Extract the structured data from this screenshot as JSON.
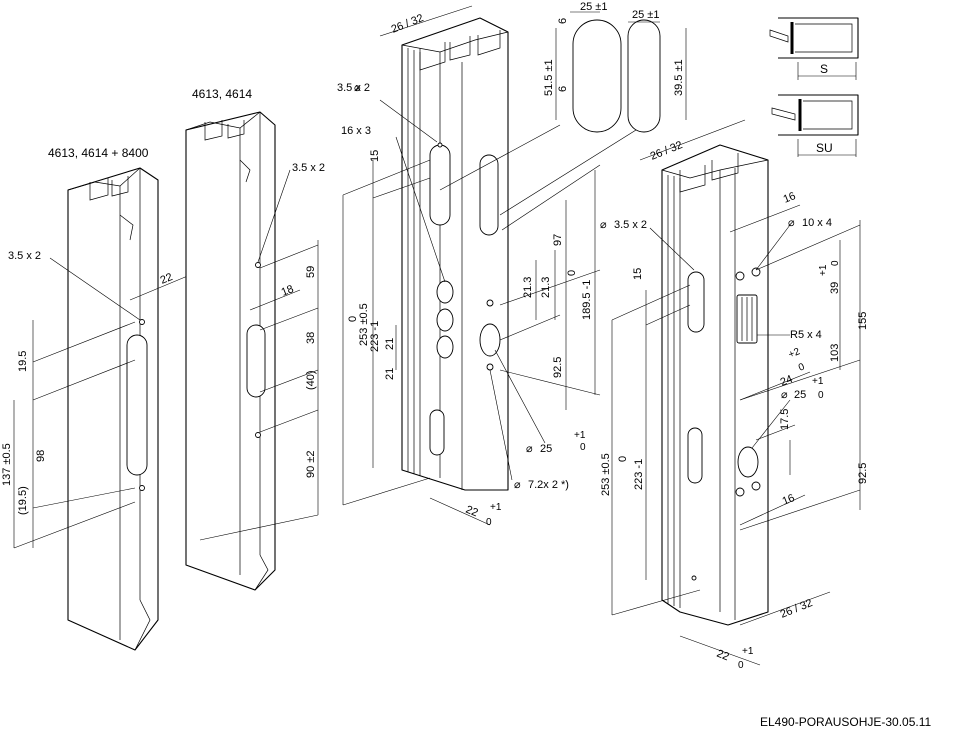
{
  "drawing": {
    "footer": "EL490-PORAUSOHJE-30.05.11",
    "profiles": {
      "p1_label": "4613, 4614 + 8400",
      "p2_label": "4613, 4614"
    },
    "dims": {
      "hole_3_5x2": "3.5 x 2",
      "hole_16x3": "16 x 3",
      "hole_10x4": "10 x 4",
      "hole_25": "25",
      "hole_7_2x2": "7.2x 2 *)",
      "r5x4": "R5 x 4",
      "d22": "22",
      "d18": "18",
      "d59": "59",
      "d38": "38",
      "d40": "(40)",
      "d90": "90 ±2",
      "d19_5": "19.5",
      "d98": "98",
      "d137": "137 ±0.5",
      "d19_5p": "(19.5)",
      "d253": "253 ±0.5",
      "d0": "0",
      "d223": "223 -1",
      "d15": "15",
      "d21": "21",
      "d21_3": "21.3",
      "d97": "97",
      "d189_5": "189.5 -1",
      "d92_5": "92.5",
      "d26_32": "26 / 32",
      "d25pm1": "25 ±1",
      "d51_5": "51.5 ±1",
      "d39_5": "39.5 ±1",
      "d6": "6",
      "d16": "16",
      "d39": "39",
      "d155": "155",
      "d103": "103",
      "d24": "24",
      "d17_5": "17.5",
      "plus1": "+1",
      "plus2": "+2",
      "zero": "0",
      "s": "S",
      "su": "SU"
    }
  }
}
